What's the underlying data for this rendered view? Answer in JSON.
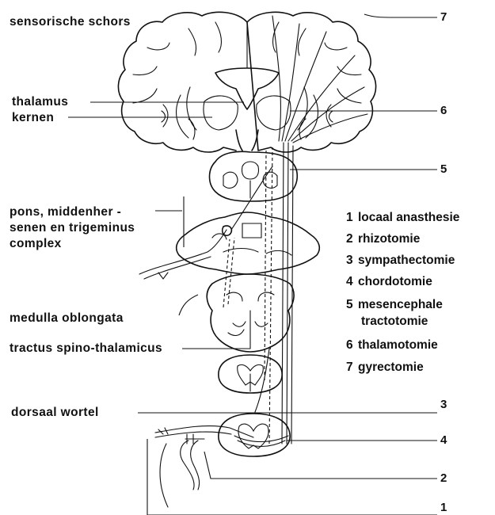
{
  "labels": {
    "sensory_cortex": "sensorische schors",
    "thalamus": "thalamus",
    "nuclei": "kernen",
    "pons_line1": "pons, middenher -",
    "pons_line2": "senen en trigeminus",
    "pons_line3": "complex",
    "medulla": "medulla oblongata",
    "spinothalamic": "tractus spino-thalamicus",
    "dorsal_root": "dorsaal  wortel"
  },
  "markers": [
    "7",
    "6",
    "5",
    "3",
    "4",
    "2",
    "1"
  ],
  "legend": [
    {
      "num": "1",
      "text": "locaal anasthesie"
    },
    {
      "num": "2",
      "text": "rhizotomie"
    },
    {
      "num": "3",
      "text": "sympathectomie"
    },
    {
      "num": "4",
      "text": "chordotomie"
    },
    {
      "num": "5",
      "text": "mesencephale",
      "text2": "tractotomie"
    },
    {
      "num": "6",
      "text": "thalamotomie"
    },
    {
      "num": "7",
      "text": "gyrectomie"
    }
  ]
}
